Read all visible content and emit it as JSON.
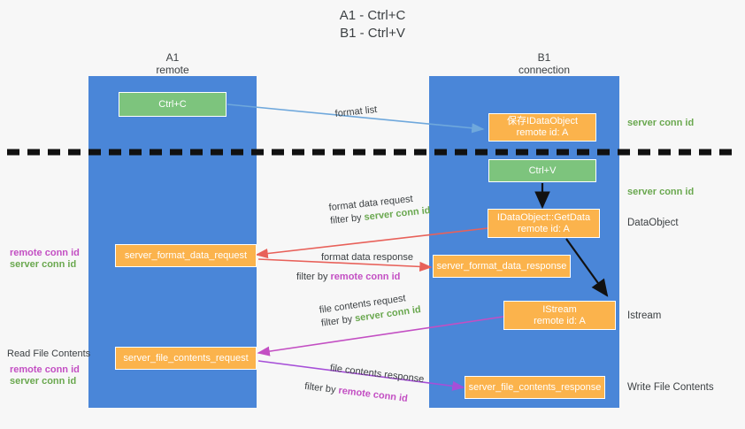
{
  "title": {
    "line1": "A1 - Ctrl+C",
    "line2": "B1 - Ctrl+V"
  },
  "columns": [
    {
      "name": "A1",
      "sub": "remote"
    },
    {
      "name": "B1",
      "sub": "connection"
    }
  ],
  "colors": {
    "lane": "#4a86d8",
    "green_node": "#7dc47d",
    "orange_node": "#fbb34c",
    "background": "#f7f7f7",
    "server_conn_id": "#6aa84f",
    "remote_conn_id": "#c34fc3",
    "arrow_blue": "#6fa8dc",
    "arrow_red": "#e8615a",
    "arrow_magenta": "#c34fc3",
    "arrow_purple": "#a64fd8",
    "arrow_black": "#111111",
    "divider": "#111111"
  },
  "nodes": {
    "ctrl_c": {
      "line1": "Ctrl+C"
    },
    "ctrl_v": {
      "line1": "Ctrl+V"
    },
    "save_idataobject": {
      "line1": "保存IDataObject",
      "line2": "remote id: A"
    },
    "getdata": {
      "line1": "IDataObject::GetData",
      "line2": "remote id: A"
    },
    "istream": {
      "line1": "IStream",
      "line2": "remote id: A"
    },
    "server_format_data_request": {
      "line1": "server_format_data_request"
    },
    "server_format_data_response": {
      "line1": "server_format_data_response"
    },
    "server_file_contents_request": {
      "line1": "server_file_contents_request"
    },
    "server_file_contents_response": {
      "line1": "server_file_contents_response"
    }
  },
  "edge_labels": {
    "format_list": "format list",
    "format_data_request": "format data request",
    "format_data_request_filter_prefix": "filter by ",
    "format_data_request_filter_value": "server conn id",
    "format_data_response": "format data response",
    "format_data_response_filter_prefix": "filter by ",
    "format_data_response_filter_value": "remote conn id",
    "file_contents_request": "file contents request",
    "file_contents_request_filter_prefix": "filter by ",
    "file_contents_request_filter_value": "server conn id",
    "file_contents_response": "file contents response",
    "file_contents_response_filter_prefix": "filter by ",
    "file_contents_response_filter_value": "remote conn id"
  },
  "right_annotations": {
    "server_conn_id_top": "server conn id",
    "server_conn_id_second": "server conn id",
    "dataobject": "DataObject",
    "istream": "Istream",
    "write_file_contents": "Write File Contents"
  },
  "left_annotations": {
    "remote_conn_id_upper": "remote conn id",
    "server_conn_id_upper": "server conn id",
    "read_file_contents": "Read File Contents",
    "remote_conn_id_lower": "remote conn id",
    "server_conn_id_lower": "server conn id"
  }
}
